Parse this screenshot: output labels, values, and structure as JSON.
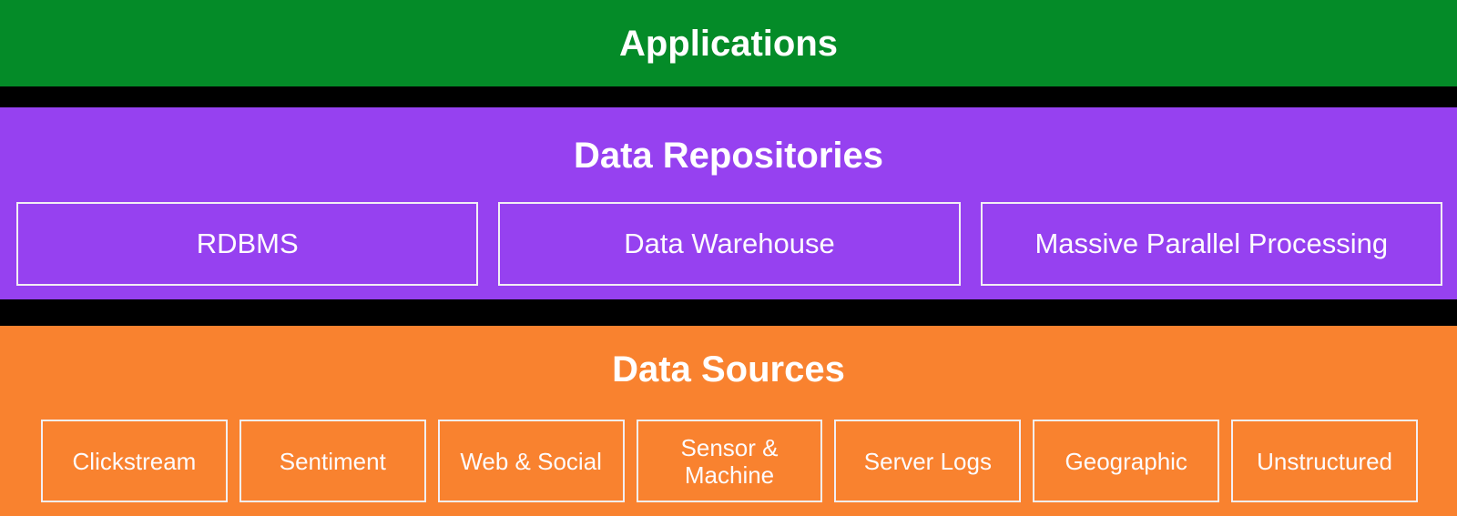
{
  "colors": {
    "applications_band": "#048B28",
    "repositories_band": "#9641F0",
    "sources_band": "#F9822F",
    "separator": "#000000",
    "box_border": "#F2EEF4",
    "text": "#FFFFFF"
  },
  "layers": [
    {
      "title": "Applications",
      "boxes": []
    },
    {
      "title": "Data Repositories",
      "boxes": [
        "RDBMS",
        "Data Warehouse",
        "Massive Parallel Processing"
      ]
    },
    {
      "title": "Data Sources",
      "boxes": [
        "Clickstream",
        "Sentiment",
        "Web & Social",
        "Sensor & Machine",
        "Server Logs",
        "Geographic",
        "Unstructured"
      ]
    }
  ]
}
